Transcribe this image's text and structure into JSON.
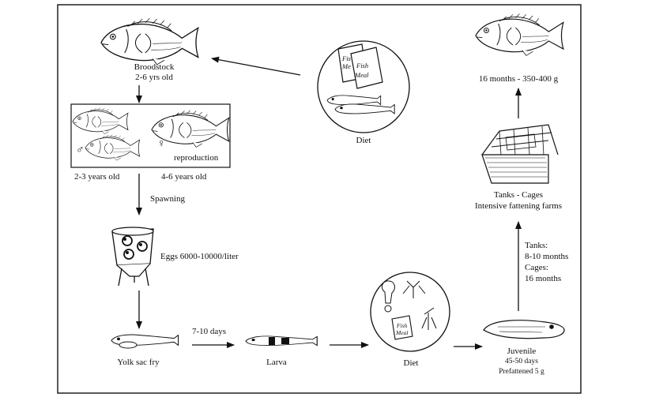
{
  "labels": {
    "broodstock": "Broodstock",
    "broodstock_age": "2-6 yrs old",
    "reproduction": "reproduction",
    "male_age": "2-3 years old",
    "female_age": "4-6 years old",
    "spawning": "Spawning",
    "eggs": "Eggs 6000-10000/liter",
    "yolk_sac_fry": "Yolk sac fry",
    "days_7_10": "7-10 days",
    "larva": "Larva",
    "diet_top": "Diet",
    "diet_bottom": "Diet",
    "juvenile": "Juvenile",
    "juvenile_days": "45-50 days",
    "juvenile_weight": "Prefattened 5 g",
    "tanks_cages": "Tanks - Cages",
    "intensive_farms": "Intensive fattening farms",
    "tanks_label": "Tanks:",
    "tanks_duration": "8-10 months",
    "cages_label": "Cages:",
    "cages_duration": "16 months",
    "final_size": "16 months - 350-400 g",
    "fish_meal_bag_1_line1": "Fis",
    "fish_meal_bag_1_line2": "Me",
    "fish_meal_bag_2_line1": "Fish",
    "fish_meal_bag_2_line2": "Meal",
    "fish_meal_bag_3_line1": "Fish",
    "fish_meal_bag_3_line2": "Meal"
  },
  "symbols": {
    "male": "♂",
    "female": "♀"
  },
  "colors": {
    "ink": "#111111",
    "background": "#ffffff"
  }
}
